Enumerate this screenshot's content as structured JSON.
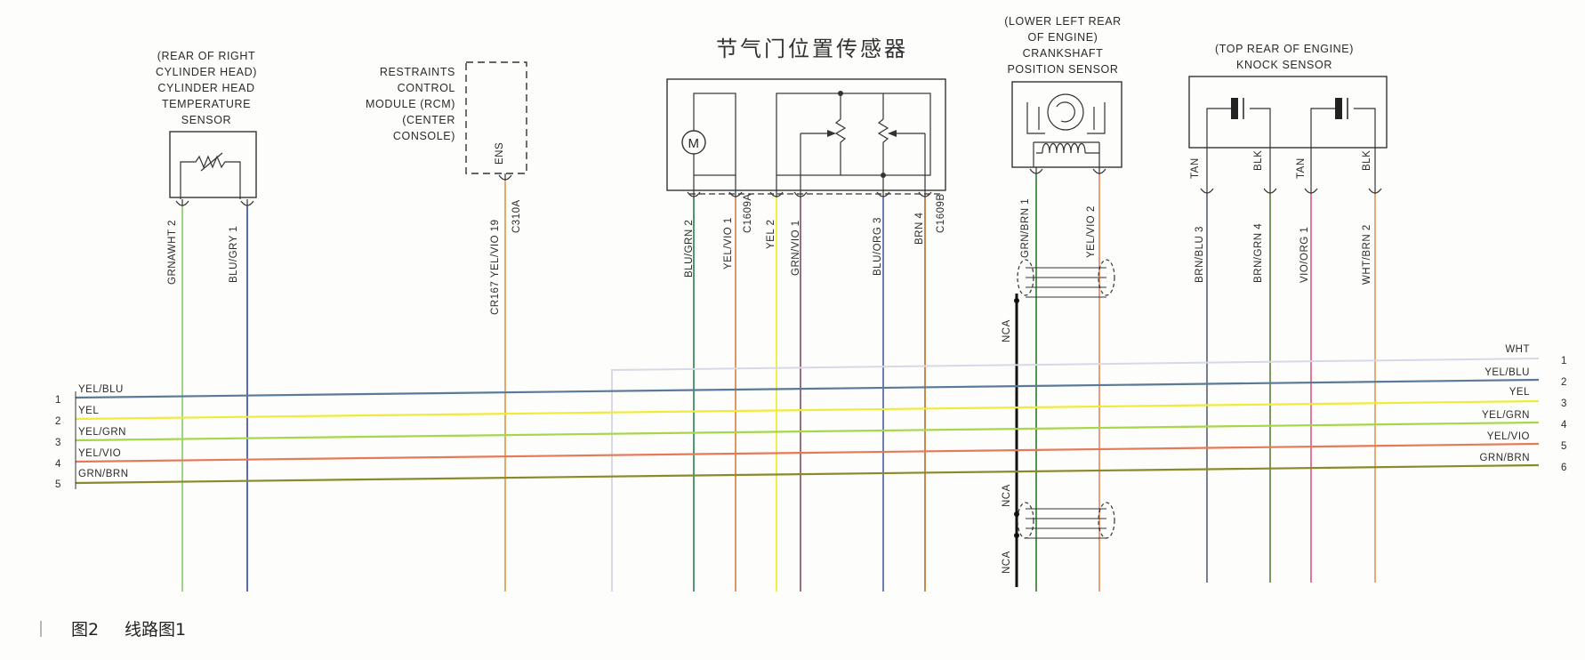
{
  "title": "节气门位置传感器",
  "caption": {
    "figure_no": "图2",
    "text": "线路图1"
  },
  "components": {
    "cht": {
      "lines": [
        "(REAR OF RIGHT",
        "CYLINDER HEAD)",
        "CYLINDER HEAD",
        "TEMPERATURE",
        "SENSOR"
      ]
    },
    "rcm": {
      "lines": [
        "RESTRAINTS",
        "CONTROL",
        "MODULE (RCM)",
        "(CENTER",
        "CONSOLE)"
      ],
      "pin_name": "ENS"
    },
    "ckp": {
      "lines": [
        "(LOWER LEFT REAR",
        "OF ENGINE)",
        "CRANKSHAFT",
        "POSITION SENSOR"
      ]
    },
    "knock": {
      "lines": [
        "(TOP REAR OF ENGINE)",
        "KNOCK SENSOR"
      ]
    },
    "tps": {
      "motor_symbol": "M"
    }
  },
  "drops": [
    {
      "id": "cht-2",
      "label": "GRNAWHT  2",
      "color": "#8fcf7a"
    },
    {
      "id": "cht-1",
      "label": "BLU/GRY  1",
      "color": "#4a5aa8"
    },
    {
      "id": "rcm-19",
      "label": "CR167   YEL/VIO  19",
      "color": "#e2a05a"
    },
    {
      "id": "tps-2a",
      "label": "BLU/GRN  2",
      "color": "#3f8a63"
    },
    {
      "id": "tps-1a",
      "label": "YEL/VIO  1",
      "color": "#d98a5a"
    },
    {
      "id": "tps-2b",
      "label": "YEL  2",
      "color": "#f1ea3a"
    },
    {
      "id": "tps-1b",
      "label": "GRN/VIO  1",
      "color": "#8a5f74"
    },
    {
      "id": "tps-3",
      "label": "BLU/ORG  3",
      "color": "#5b6faa"
    },
    {
      "id": "tps-4",
      "label": "BRN  4",
      "color": "#c47a3a"
    },
    {
      "id": "ckp-1",
      "label": "GRN/BRN  1",
      "color": "#3f8a3f"
    },
    {
      "id": "ckp-2",
      "label": "YEL/VIO  2",
      "color": "#e5946a"
    },
    {
      "id": "ks-3",
      "label": "BRN/BLU  3",
      "color": "#6a6f8a"
    },
    {
      "id": "ks-4",
      "label": "BRN/GRN  4",
      "color": "#6e8a4e"
    },
    {
      "id": "ks-1",
      "label": "VIO/ORG  1",
      "color": "#e06a8a"
    },
    {
      "id": "ks-2",
      "label": "WHT/BRN  2",
      "color": "#e3a070"
    }
  ],
  "connectors": {
    "rcm": "C310A",
    "tps_left": "C1609A",
    "tps_right": "C1609B"
  },
  "shield_tags": [
    "TAN",
    "BLK",
    "TAN",
    "BLK"
  ],
  "nca_label": "NCA",
  "bus_left": [
    {
      "num": "1",
      "color_label": "YEL/BLU",
      "color": "#5a7a9a"
    },
    {
      "num": "2",
      "color_label": "YEL",
      "color": "#f1ea3a"
    },
    {
      "num": "3",
      "color_label": "YEL/GRN",
      "color": "#a6d64a"
    },
    {
      "num": "4",
      "color_label": "YEL/VIO",
      "color": "#e57a5a"
    },
    {
      "num": "5",
      "color_label": "GRN/BRN",
      "color": "#8a8a2a"
    }
  ],
  "bus_right": [
    {
      "num": "1",
      "color_label": "WHT",
      "color": "#d8d8e8"
    },
    {
      "num": "2",
      "color_label": "YEL/BLU",
      "color": "#5a7a9a"
    },
    {
      "num": "3",
      "color_label": "YEL",
      "color": "#f1ea3a"
    },
    {
      "num": "4",
      "color_label": "YEL/GRN",
      "color": "#a6d64a"
    },
    {
      "num": "5",
      "color_label": "YEL/VIO",
      "color": "#e57a5a"
    },
    {
      "num": "6",
      "color_label": "GRN/BRN",
      "color": "#8a8a2a"
    }
  ]
}
